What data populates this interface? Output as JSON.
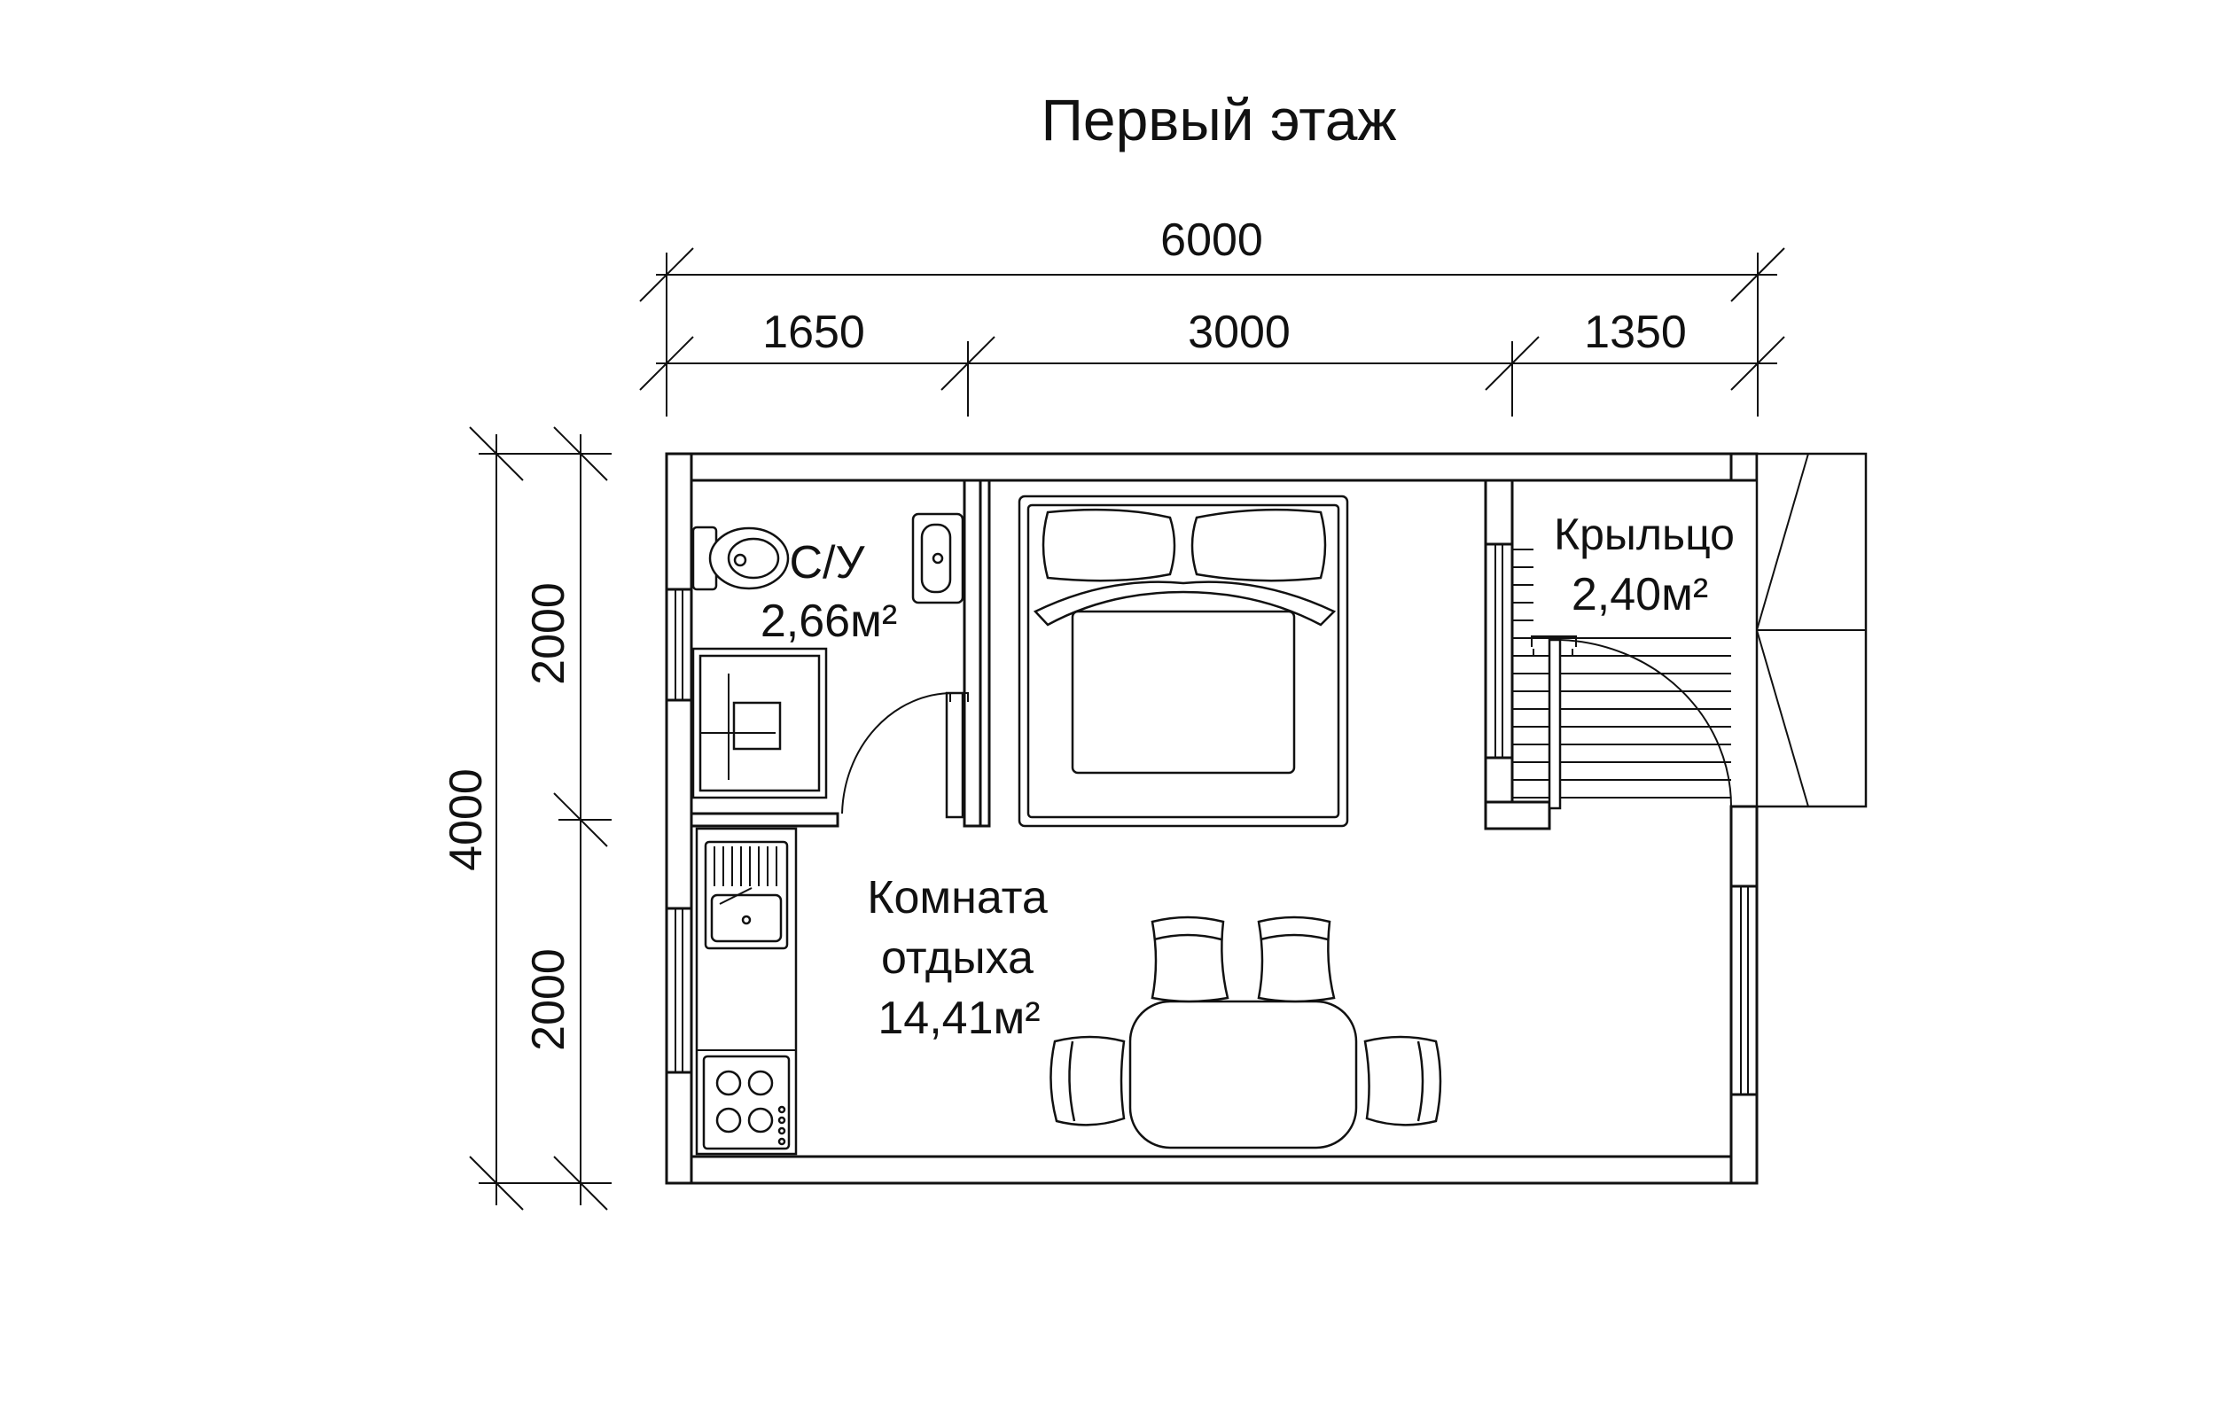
{
  "title": "Первый этаж",
  "dimensions": {
    "total_width": "6000",
    "segments": [
      "1650",
      "3000",
      "1350"
    ],
    "total_height": "4000",
    "height_segments": [
      "2000",
      "2000"
    ]
  },
  "rooms": {
    "bathroom": {
      "name": "С/У",
      "area": "2,66м²"
    },
    "porch": {
      "name": "Крыльцо",
      "area": "2,40м²"
    },
    "living": {
      "name_line1": "Комната",
      "name_line2": "отдыха",
      "area": "14,41м²"
    }
  }
}
